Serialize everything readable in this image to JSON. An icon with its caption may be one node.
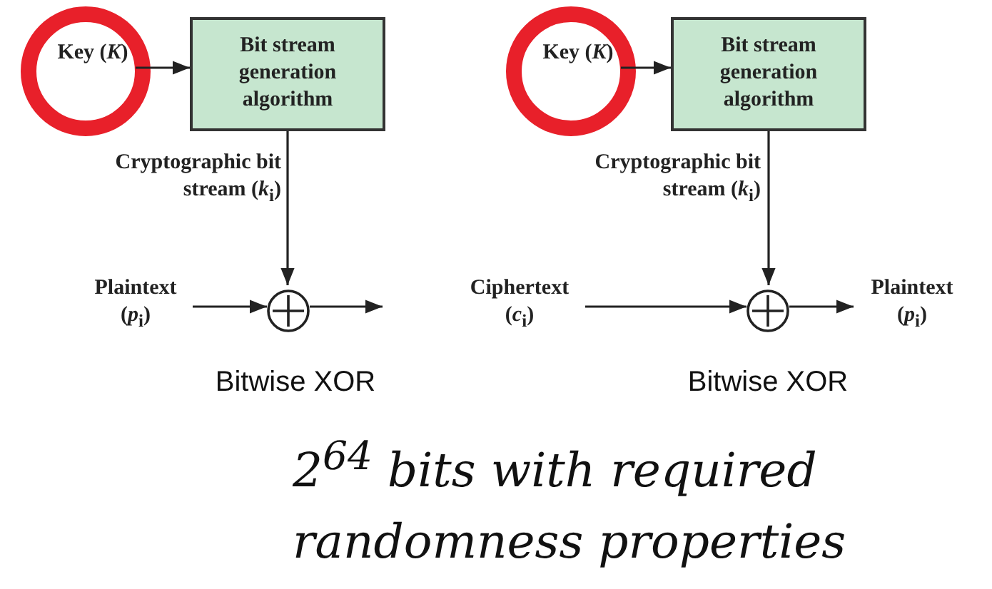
{
  "diagram": {
    "nodes": [
      {
        "text": [
          "Key (*K*)"
        ]
      },
      {
        "text": [
          "Bit stream generation algorithm"
        ]
      },
      {
        "text": [],
        "shape": "circle",
        "beside": [
          "Bitwise XOR"
        ]
      },
      {
        "text": [
          "Plaintext (*p*$_{i}$)"
        ]
      },
      {
        "text": [
          "Ciphertext (*c*$_{i}$)"
        ]
      },
      {
        "text": [
          "Key (*K*)"
        ]
      },
      {
        "text": [
          "Bit stream generation algorithm"
        ]
      },
      {
        "text": [],
        "shape": "circle",
        "beside": [
          "Bitwise XOR"
        ]
      },
      {
        "text": [
          "Plaintext (*p*$_{i}$)"
        ]
      }
    ],
    "edges": [
      {
        "from": 0,
        "to": 1,
        "arrow": "to"
      },
      {
        "from": 1,
        "to": 2,
        "arrow": "to",
        "label": "Cryptographic bit stream (*k*$_{i}$)"
      },
      {
        "from": 3,
        "to": 2,
        "arrow": "to"
      },
      {
        "from": 2,
        "to": null,
        "arrow": "to"
      },
      {
        "from": 5,
        "to": 6,
        "arrow": "to"
      },
      {
        "from": 6,
        "to": 7,
        "arrow": "to",
        "label": "Cryptographic bit stream (*k*$_{i}$)"
      },
      {
        "from": 4,
        "to": 7,
        "arrow": "to"
      },
      {
        "from": 7,
        "to": 8,
        "arrow": "to"
      }
    ],
    "labels": [
      "2$^{64}$ bits with required randomness properties"
    ]
  }
}
